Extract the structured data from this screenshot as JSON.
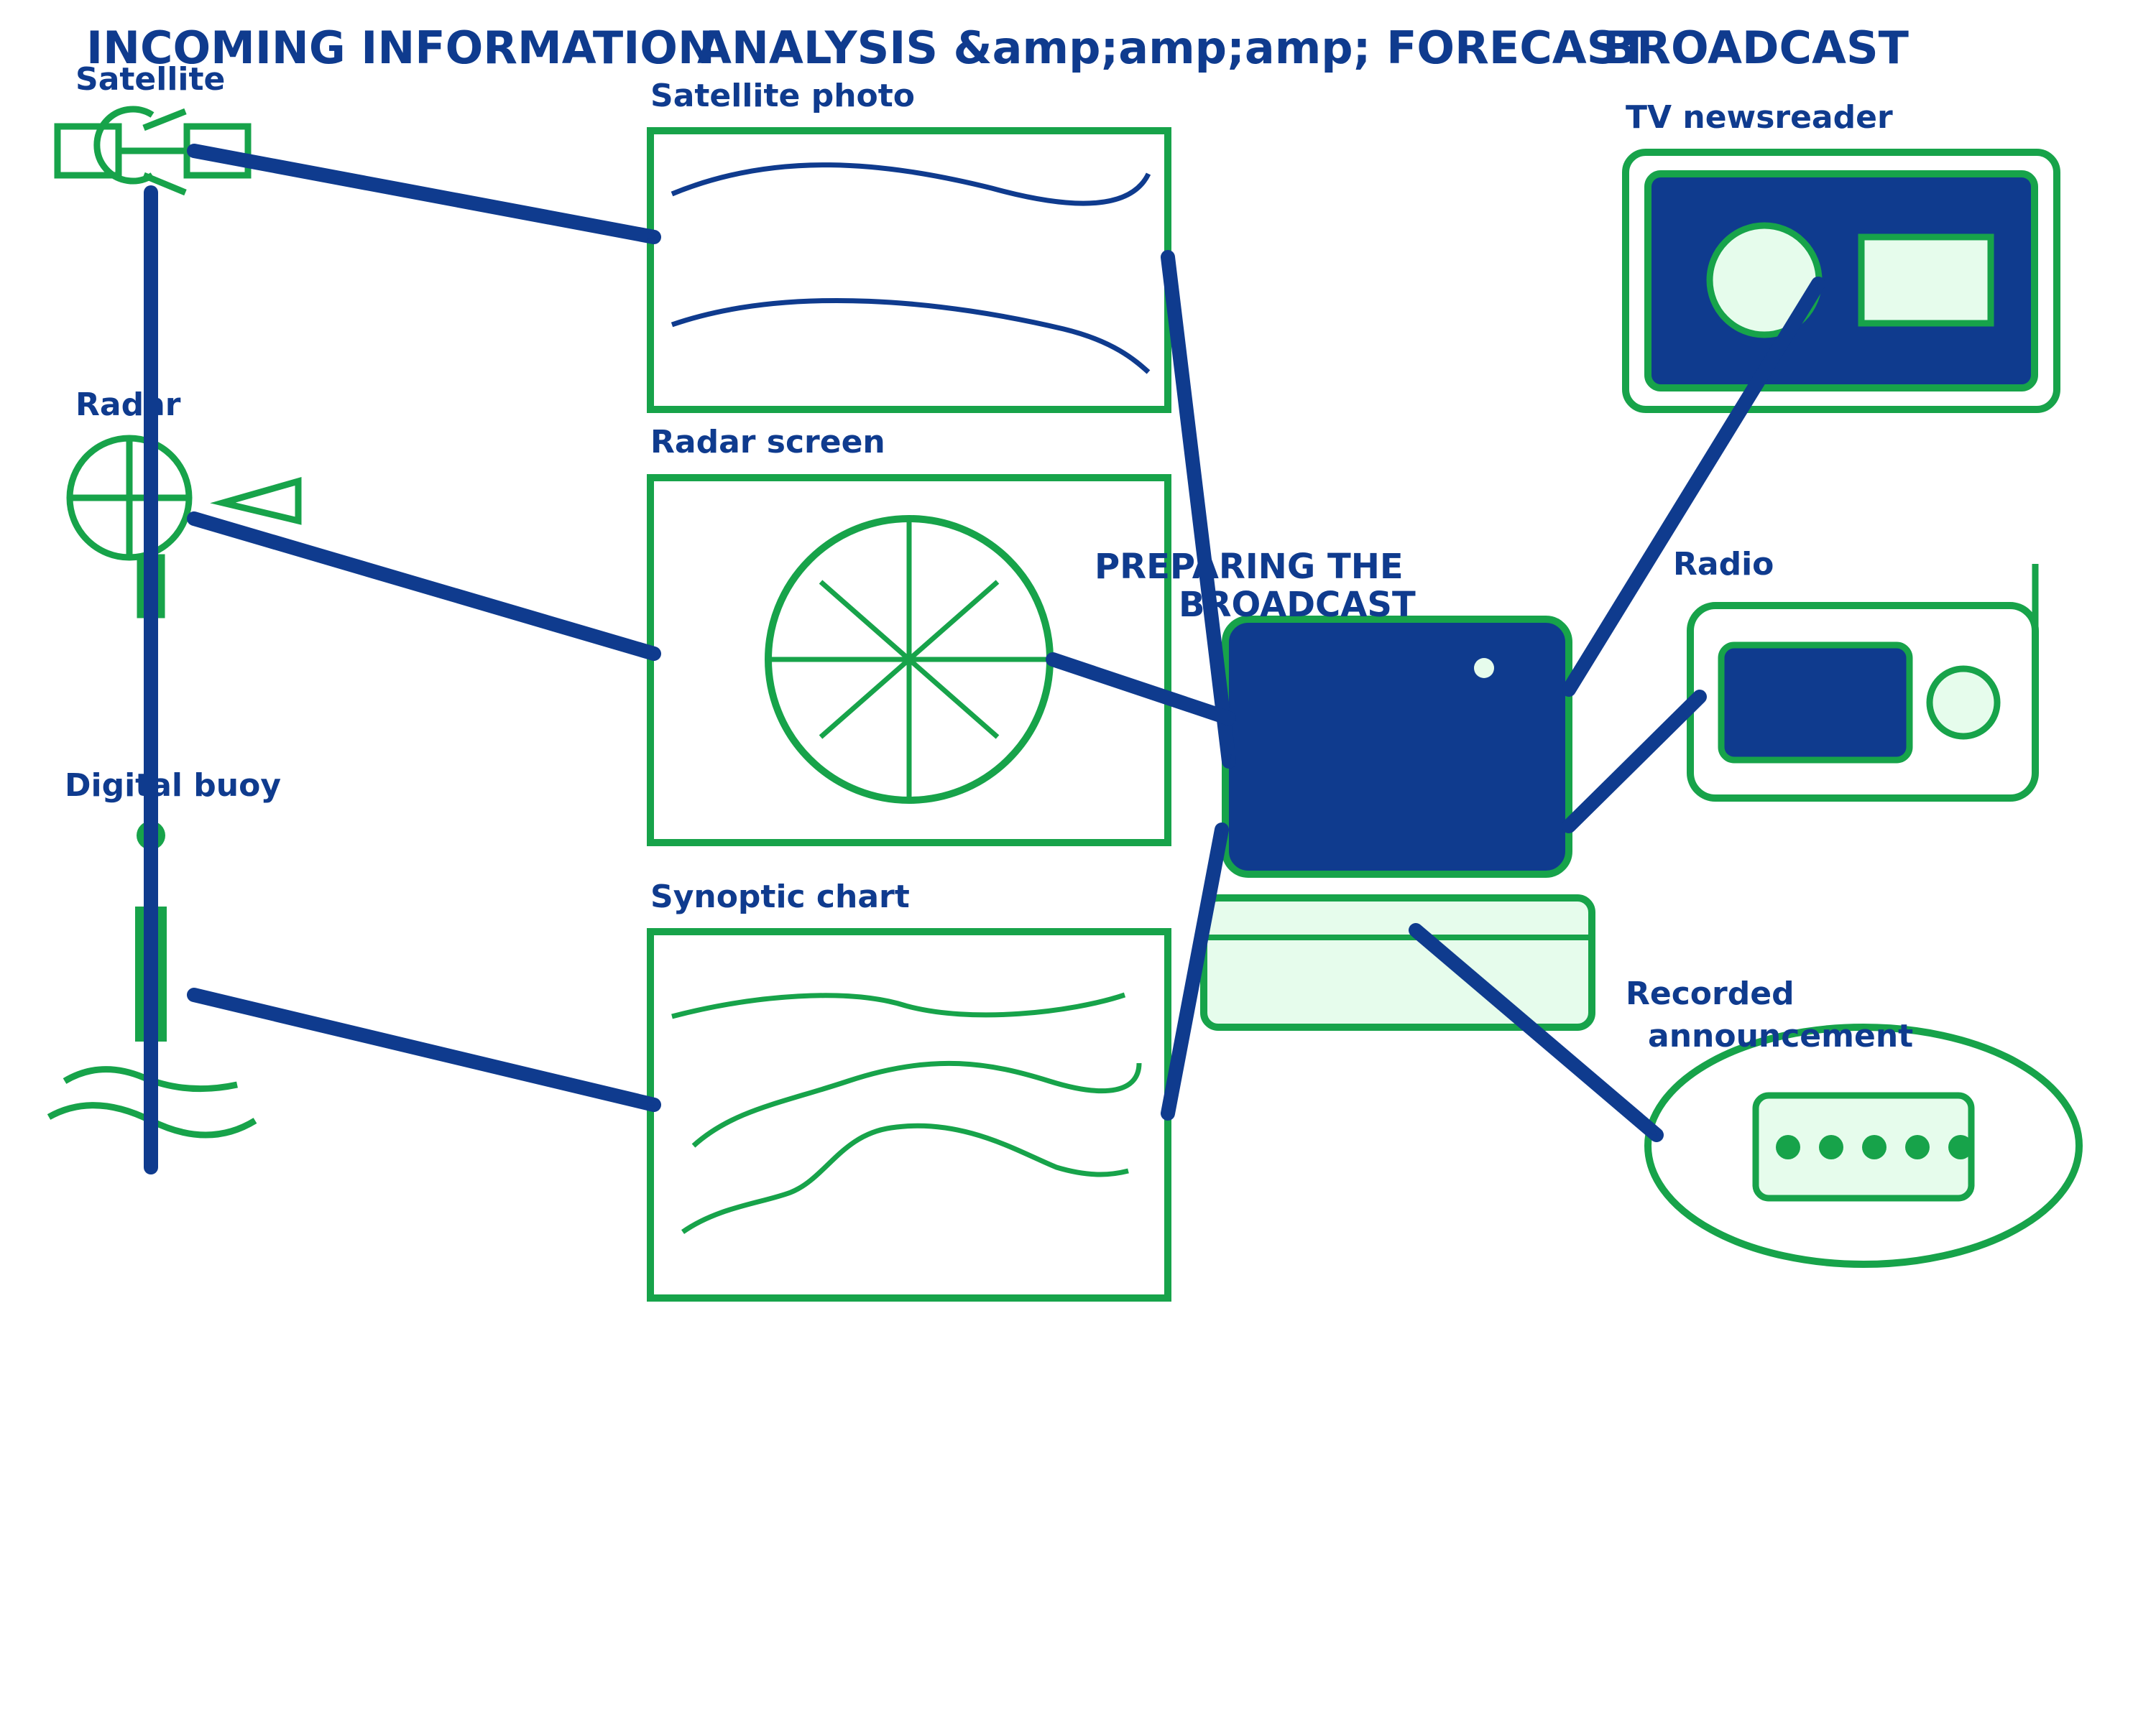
{
  "headings": {
    "incoming": "INCOMING INFORMATION",
    "analysis": "ANALYSIS &amp;amp;amp; FORECAST",
    "broadcast": "BROADCAST",
    "preparing_line1": "PREPARING THE",
    "preparing_line2": "BROADCAST"
  },
  "sources": {
    "satellite": "Satellite",
    "radar": "Radar",
    "buoy": "Digital buoy"
  },
  "analysis_items": {
    "satellite_photo": "Satellite photo",
    "radar_screen": "Radar screen",
    "synoptic_chart": "Synoptic chart"
  },
  "outputs": {
    "tv": "TV newsreader",
    "radio": "Radio",
    "recorded_line1": "Recorded",
    "recorded_line2": "announcement"
  },
  "colors": {
    "navy": "#0f3b8e",
    "green": "#17a34a",
    "mint": "#e6fcec"
  }
}
